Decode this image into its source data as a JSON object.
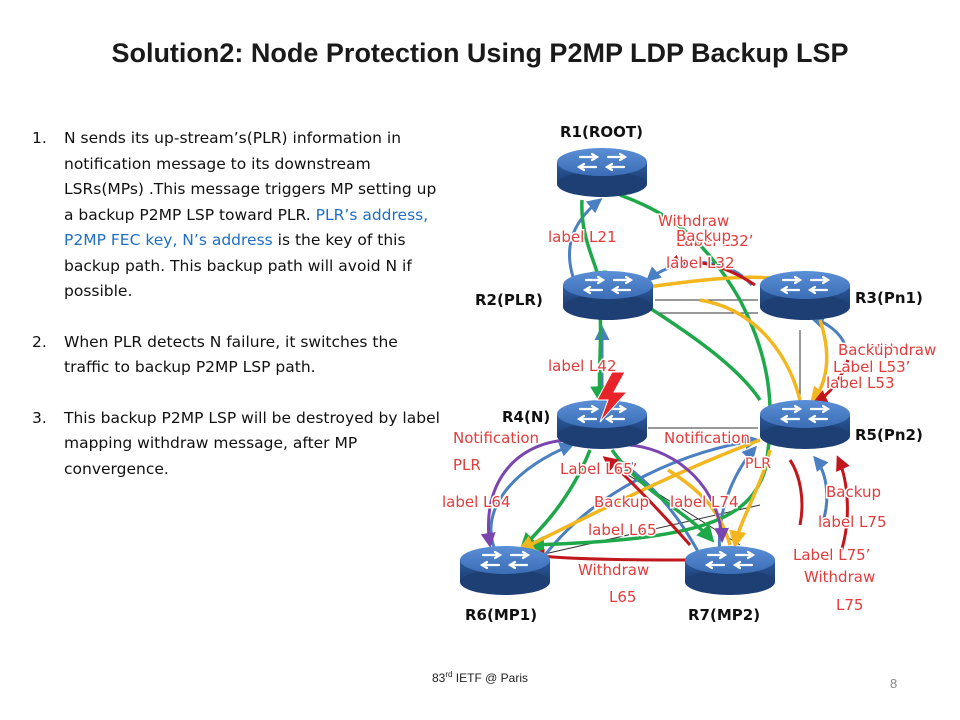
{
  "title": "Solution2:  Node Protection Using P2MP LDP Backup LSP",
  "bullets": [
    {
      "num": "1.",
      "parts": [
        {
          "text": "N sends its up-stream’s(PLR) information in notification message to its downstream LSRs(MPs) .This message triggers MP setting up a backup P2MP LSP toward PLR. ",
          "color": "default"
        },
        {
          "text": "PLR’s address, P2MP FEC key, N’s address",
          "color": "blue"
        },
        {
          "text": " is the key of this backup path. This backup path will avoid N if possible.",
          "color": "default"
        }
      ]
    },
    {
      "num": "2.",
      "parts": [
        {
          "text": "When PLR detects N failure, it switches the traffic to backup P2MP LSP path.",
          "color": "default"
        }
      ]
    },
    {
      "num": "3.",
      "parts": [
        {
          "text": "This backup P2MP LSP will be destroyed by label mapping withdraw message, after MP convergence.",
          "color": "default"
        }
      ]
    }
  ],
  "nodes": {
    "r1": "R1(ROOT)",
    "r2": "R2(PLR)",
    "r3": "R3(Pn1)",
    "r4": "R4(N)",
    "r5": "R5(Pn2)",
    "r6": "R6(MP1)",
    "r7": "R7(MP2)"
  },
  "labels": {
    "l21": "label L21",
    "withdraw_l32": "Withdraw",
    "label_l32p": "Label L32’",
    "backup_l32": "Backup",
    "label_l32": "label L32",
    "l42": "label L42",
    "l53_withdraw": "Withdraw",
    "l53_backup": "Backup",
    "l53_label": "Label L53’",
    "l53_label2": "label L53",
    "notif_left_1": "Notification",
    "notif_left_2": "PLR",
    "notif_right_1": "Notification",
    "notif_right_2": "PLR",
    "l65p": "Label L65’",
    "l64": "label L64",
    "backup_l65": "Backup",
    "label_l65": "label L65",
    "l74": "label L74",
    "backup_l75": "Backup",
    "label_l75": "label L75",
    "l75p": "Label L75’",
    "withdraw_l65_1": "Withdraw",
    "withdraw_l65_2": "L65",
    "withdraw_l75_1": "Withdraw",
    "withdraw_l75_2": "L75"
  },
  "footer": {
    "prefix": "83",
    "sup": "rd",
    "suffix": " IETF @ Paris"
  },
  "page_number": "8",
  "colors": {
    "router_blue": "#3a6db5",
    "label_red": "#e23c3c",
    "link_blue": "#4a7fc1",
    "link_green": "#1fa84a",
    "link_yellow": "#f3b61f",
    "link_red": "#c0161c",
    "link_purple": "#7b45b0",
    "text_blue": "#1f6fc5"
  }
}
